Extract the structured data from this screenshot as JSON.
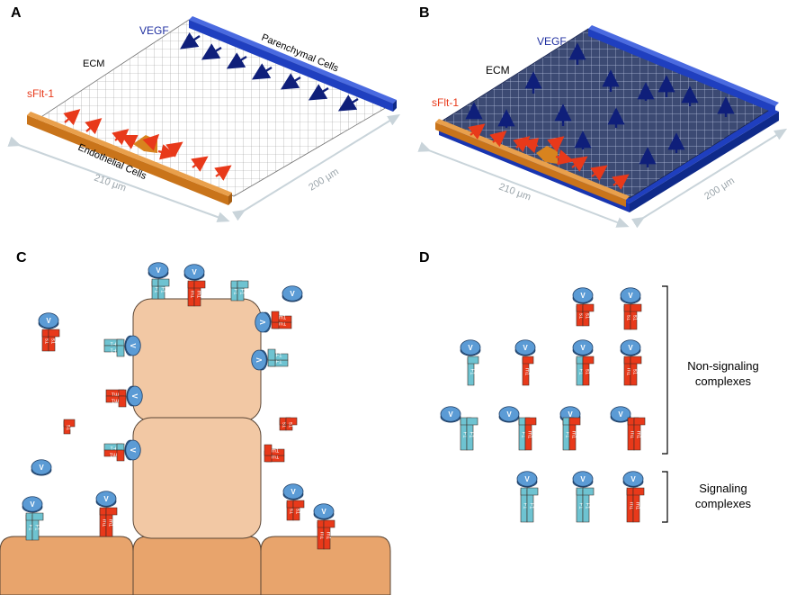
{
  "panels": {
    "a": {
      "letter": "A",
      "vegf": "VEGF",
      "ecm": "ECM",
      "sflt": "sFlt-1",
      "parenchymal": "Parenchymal Cells",
      "endothelial": "Endothelial Cells",
      "dim_w": "210 μm",
      "dim_h": "200 μm"
    },
    "b": {
      "letter": "B",
      "vegf": "VEGF",
      "ecm": "ECM",
      "sflt": "sFlt-1",
      "dim_w": "210 μm",
      "dim_h": "200 μm"
    },
    "c": {
      "letter": "C"
    },
    "d": {
      "letter": "D",
      "non_signaling_1": "Non-signaling",
      "non_signaling_2": "complexes",
      "signaling_1": "Signaling",
      "signaling_2": "complexes"
    }
  },
  "glyphs": {
    "ligand": "V",
    "flt_receptor": "F1",
    "sflt_receptor": "s1",
    "kdr_receptor": "m1"
  },
  "colors": {
    "vegf_blue": "#1f3fbf",
    "vegf_arrow_blue": "#0f1f7a",
    "sflt_red": "#e8391a",
    "endothelial_orange": "#d8831e",
    "cell_tan": "#f2c8a4",
    "tissue_tan": "#e8a46c",
    "ligand_blue": "#5b9bd5",
    "receptor_teal": "#6ec3d1",
    "receptor_red": "#e8391a",
    "grid_dark": "#23305a",
    "dimension_gray": "#b9c7cf"
  }
}
